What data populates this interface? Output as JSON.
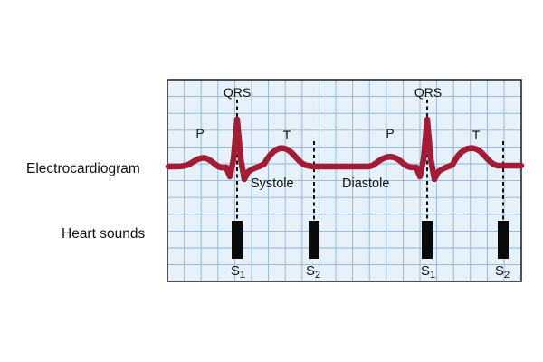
{
  "labels": {
    "ecg": "Electrocardiogram",
    "heart_sounds": "Heart sounds",
    "qrs_1": "QRS",
    "qrs_2": "QRS",
    "p_1": "P",
    "p_2": "P",
    "t_1": "T",
    "t_2": "T",
    "systole": "Systole",
    "diastole": "Diastole",
    "s1_1_main": "S",
    "s1_1_sub": "1",
    "s2_1_main": "S",
    "s2_1_sub": "2",
    "s1_2_main": "S",
    "s1_2_sub": "1",
    "s2_2_main": "S",
    "s2_2_sub": "2"
  },
  "colors": {
    "grid_background": "#e6f1fa",
    "grid_line": "#8fb5d6",
    "frame": "#1a1a1a",
    "ecg_trace": "#a31b35",
    "sound_bar": "#0a0a0a",
    "marker_line": "#111111"
  }
}
